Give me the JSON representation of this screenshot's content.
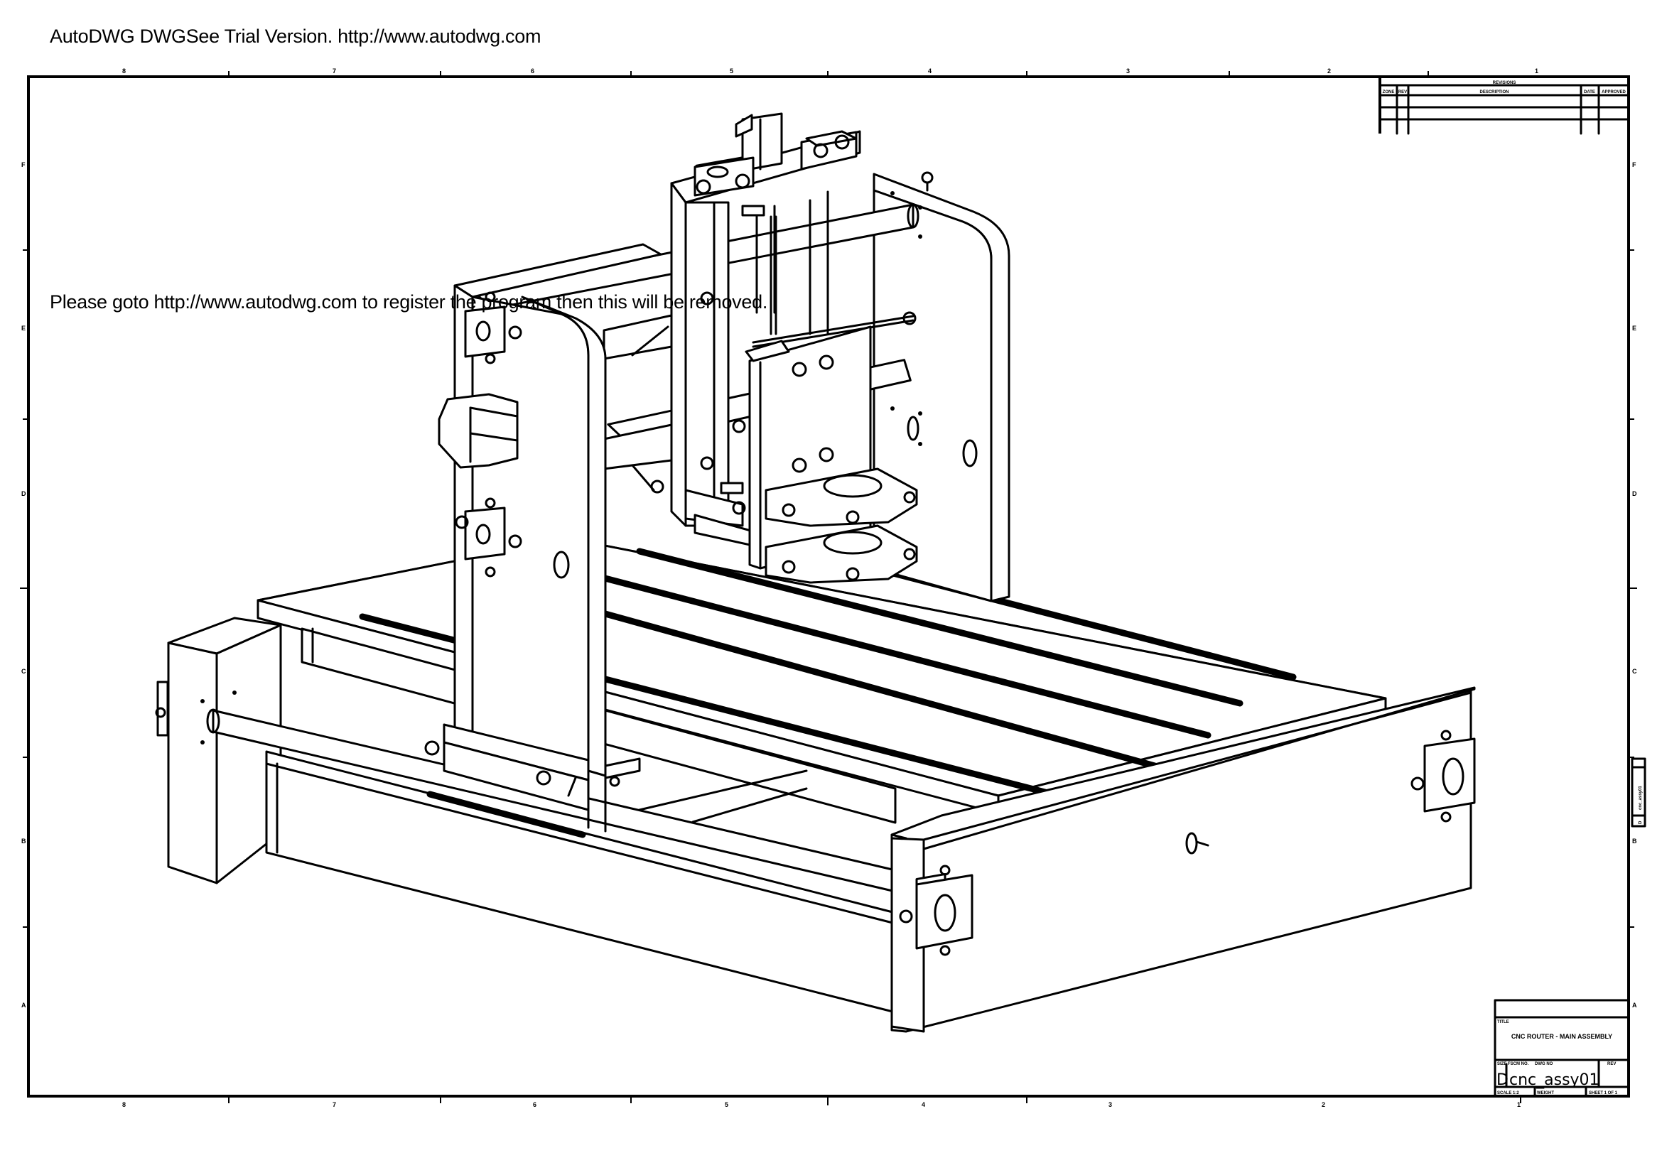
{
  "app": {
    "name": "AutoDWG DWGSee",
    "trial_banner": "AutoDWG DWGSee Trial Version. http://www.autodwg.com",
    "register_notice": "Please goto http://www.autodwg.com to register the program then this will be removed."
  },
  "drawing": {
    "subject": "CNC router main assembly isometric view",
    "border": {
      "top_zones": [
        "8",
        "7",
        "6",
        "5",
        "4",
        "3",
        "2",
        "1"
      ],
      "bottom_zones": [
        "8",
        "7",
        "6",
        "5",
        "4",
        "3",
        "2",
        "1"
      ],
      "left_zones": [
        "F",
        "E",
        "D",
        "C",
        "B",
        "A"
      ],
      "right_zones": [
        "F",
        "E",
        "D",
        "C",
        "B",
        "A"
      ]
    },
    "revision_table": {
      "title": "REVISIONS",
      "columns": [
        "ZONE",
        "REV",
        "DESCRIPTION",
        "DATE",
        "APPROVED"
      ],
      "rows": [
        [
          "",
          "",
          "",
          "",
          ""
        ],
        [
          "",
          "",
          "",
          "",
          ""
        ]
      ]
    },
    "title_block": {
      "title_label": "TITLE",
      "title": "CNC ROUTER - MAIN ASSEMBLY",
      "size_label": "SIZE",
      "fscm_label": "FSCM NO.",
      "dwg_no_label": "DWG NO",
      "rev_label": "REV",
      "size": "D",
      "dwg_no": "cnc_assy01",
      "rev": "",
      "scale_label": "SCALE 1:2",
      "weight_label": "WEIGHT",
      "sheet_label": "SHEET 1 OF 1"
    },
    "side_tag": {
      "size": "D",
      "dwg_no": "cnc_assy01"
    }
  }
}
